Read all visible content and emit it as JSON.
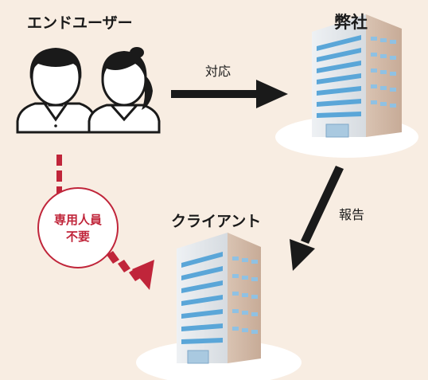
{
  "labels": {
    "end_user": "エンドユーザー",
    "company": "弊社",
    "client": "クライアント",
    "respond": "対応",
    "report": "報告"
  },
  "badge": {
    "line1": "専用人員",
    "line2": "不要"
  },
  "colors": {
    "background": "#f8ede2",
    "accent_red": "#c0253a",
    "arrow_black": "#1a1a1a"
  },
  "icons": [
    "male-user-icon",
    "female-user-icon",
    "office-building-icon"
  ]
}
